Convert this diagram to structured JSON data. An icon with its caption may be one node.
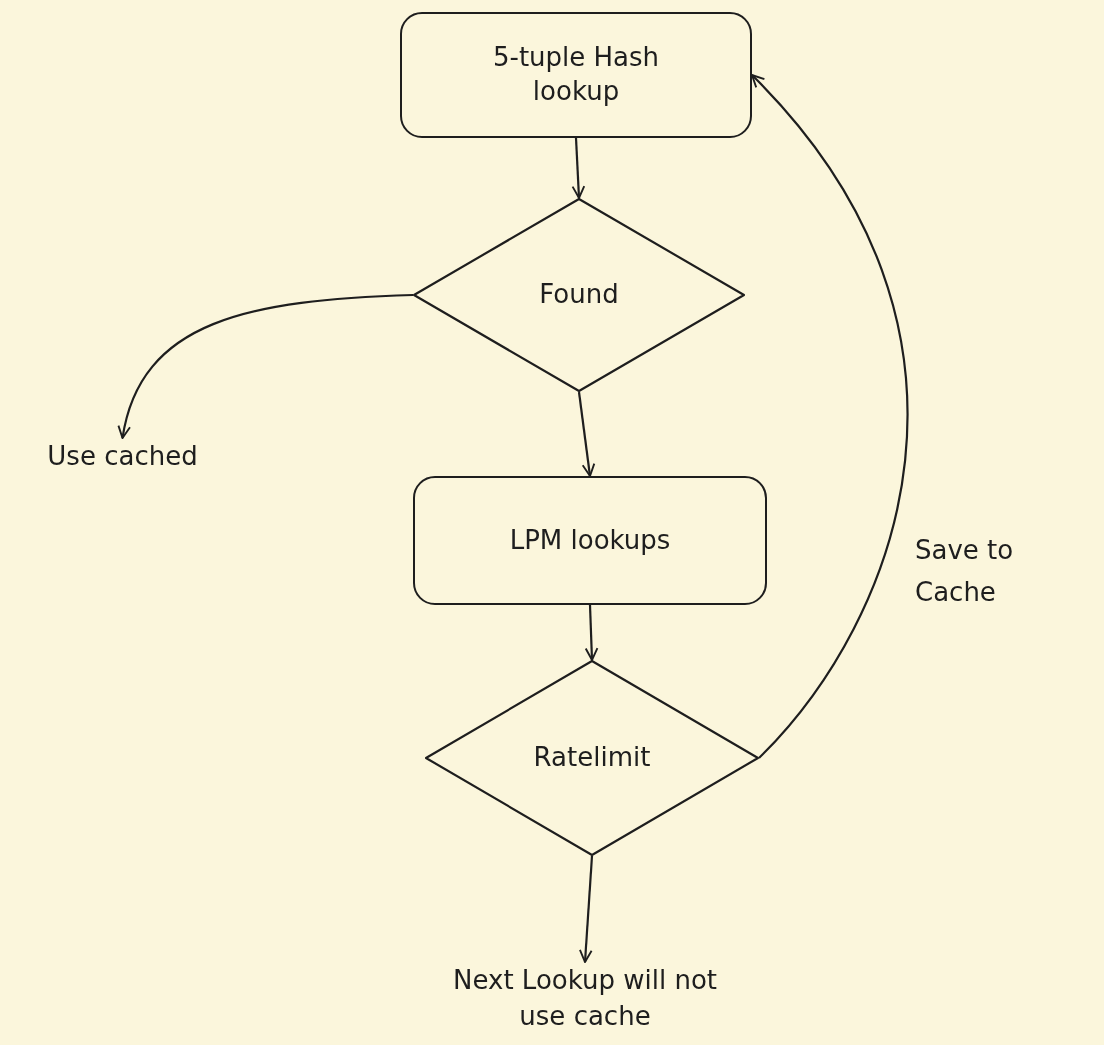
{
  "diagram": {
    "nodes": [
      {
        "text": [
          "5-tuple Hash lookup"
        ]
      },
      {
        "text": [
          "Found"
        ]
      },
      {
        "text": [
          "Use cached"
        ]
      },
      {
        "text": [
          "LPM lookups"
        ]
      },
      {
        "text": [
          "Ratelimit"
        ]
      },
      {
        "text": [
          "Next Lookup will not use cache"
        ]
      }
    ],
    "edges": [
      {
        "from": 0,
        "to": 1,
        "arrow": "to"
      },
      {
        "from": 1,
        "to": 2,
        "arrow": "to"
      },
      {
        "from": 1,
        "to": 3,
        "arrow": "to"
      },
      {
        "from": 3,
        "to": 4,
        "arrow": "to"
      },
      {
        "from": 4,
        "to": 0,
        "arrow": "to",
        "label": "Save to Cache"
      },
      {
        "from": 4,
        "to": 5,
        "arrow": "to"
      }
    ]
  }
}
